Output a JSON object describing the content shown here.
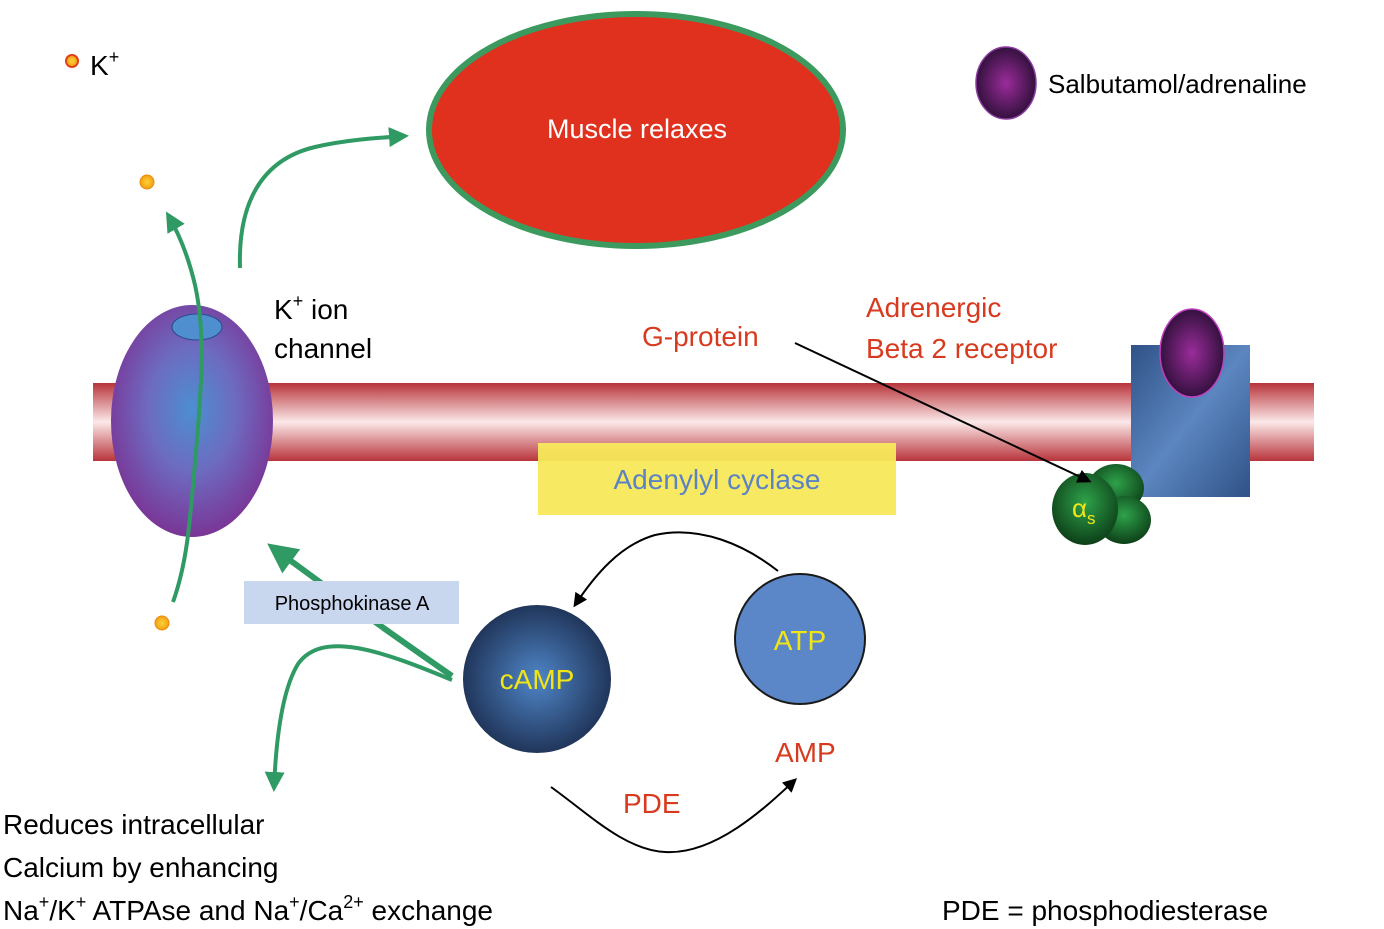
{
  "legend": {
    "k_label": "K",
    "k_sup": "+",
    "drug_label": "Salbutamol/adrenaline"
  },
  "muscle": {
    "label": "Muscle relaxes"
  },
  "k_channel": {
    "line1_main": "K",
    "line1_sup": "+",
    "line1_rest": " ion",
    "line2": "channel"
  },
  "receptor": {
    "line1": "Adrenergic",
    "line2": "Beta 2 receptor"
  },
  "g_protein": {
    "label": "G-protein",
    "alpha_symbol": "α",
    "alpha_sub": "s"
  },
  "adenylyl_cyclase": {
    "label": "Adenylyl cyclase"
  },
  "phosphokinase": {
    "label": "Phosphokinase A"
  },
  "camp": {
    "label": "cAMP"
  },
  "atp": {
    "label": "ATP"
  },
  "amp": {
    "label": "AMP"
  },
  "pde": {
    "label": "PDE"
  },
  "note": {
    "line1": "Reduces intracellular",
    "line2": "Calcium by enhancing",
    "line3_a": "Na",
    "line3_a_sup": "+",
    "line3_b": "/K",
    "line3_b_sup": "+",
    "line3_c": " ATPAse and Na",
    "line3_c_sup": "+",
    "line3_d": "/Ca",
    "line3_d_sup": "2+",
    "line3_e": " exchange"
  },
  "footnote": {
    "label": "PDE = phosphodiesterase"
  },
  "colors": {
    "red_text": "#d73a1e",
    "blue_text": "#5b82c3",
    "yellow_text": "#f2e515",
    "green_arrow": "#2f9a63",
    "muscle_fill": "#e0301e",
    "membrane": "#c2454b",
    "cyclase": "#f7e95a"
  }
}
